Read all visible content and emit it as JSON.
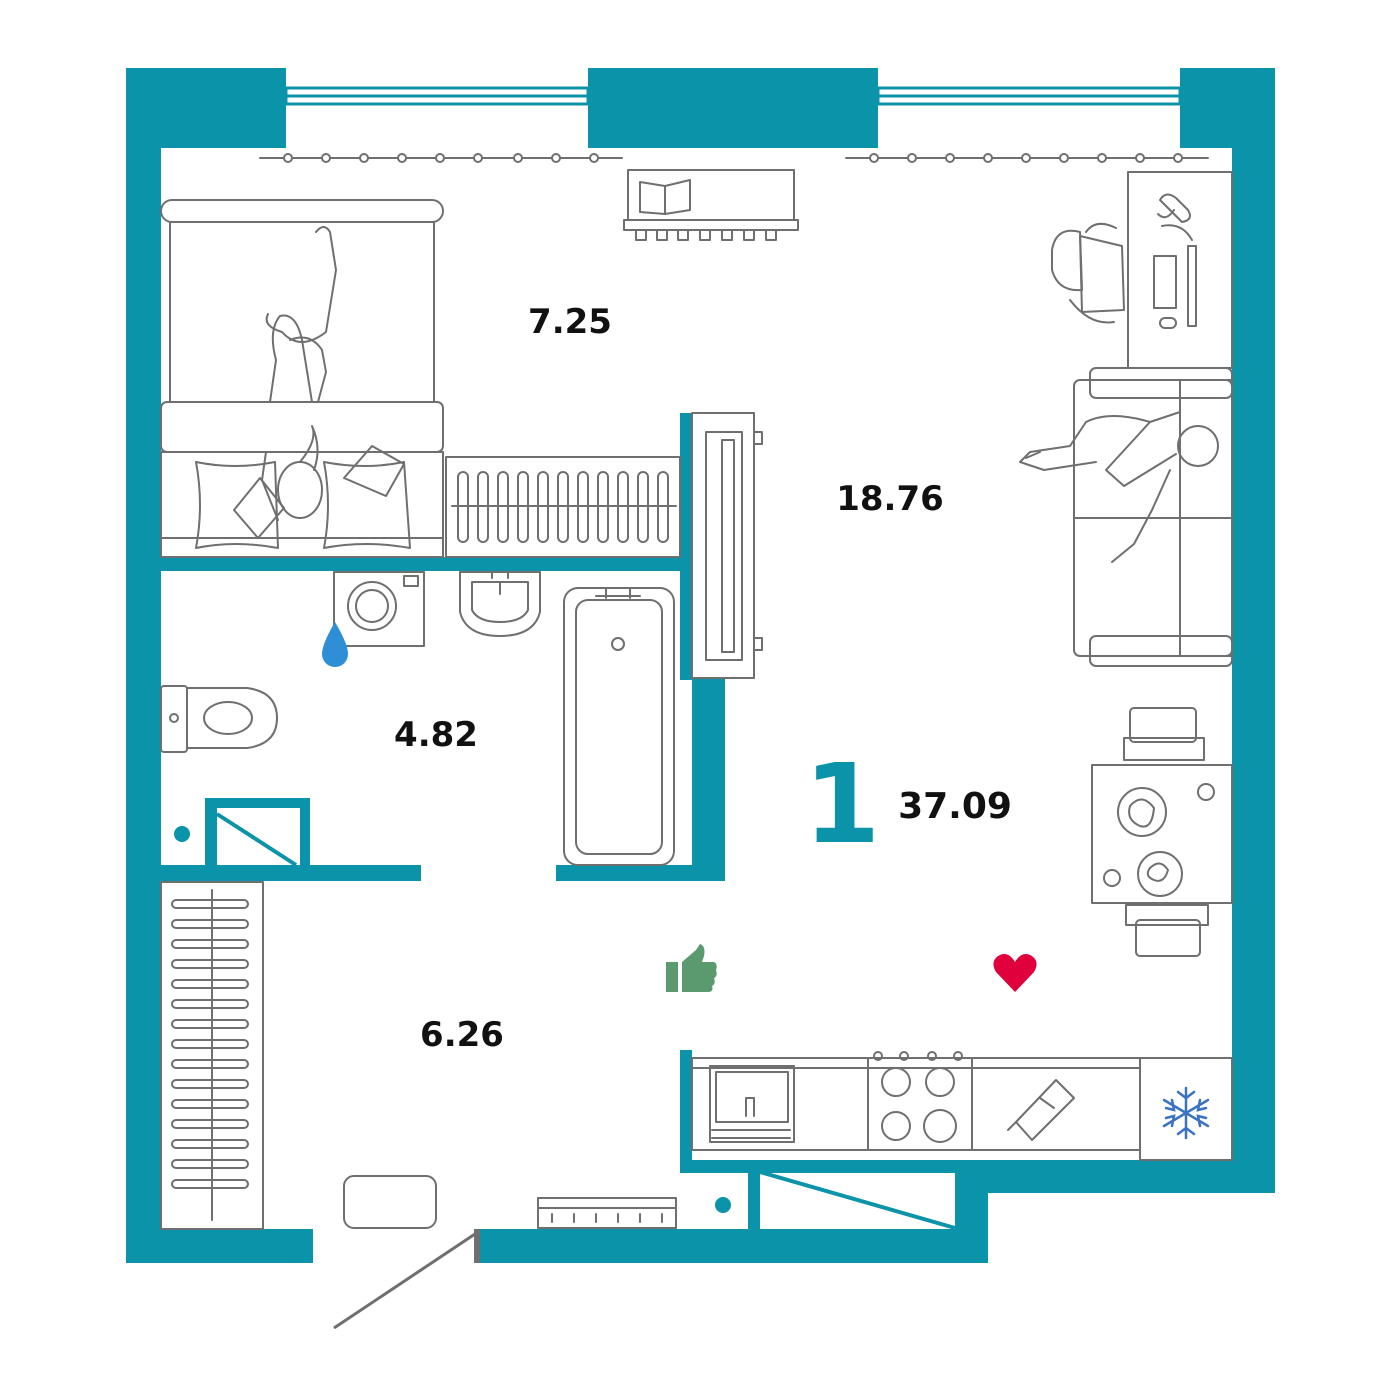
{
  "plan": {
    "rooms_count": "1",
    "total_area": "37.09",
    "room_areas": {
      "bedroom": "7.25",
      "living": "18.76",
      "bathroom": "4.82",
      "hallway": "6.26"
    },
    "colors": {
      "wall": "#0b93a9",
      "furniture_stroke": "#6f6f6f",
      "water_drop": "#2f8fd6",
      "thumb_up": "#5a9a6e",
      "heart": "#e0003c",
      "snowflake": "#3a72c4"
    },
    "icons": [
      "water-drop-icon",
      "thumbs-up-icon",
      "heart-icon",
      "snowflake-icon"
    ]
  }
}
